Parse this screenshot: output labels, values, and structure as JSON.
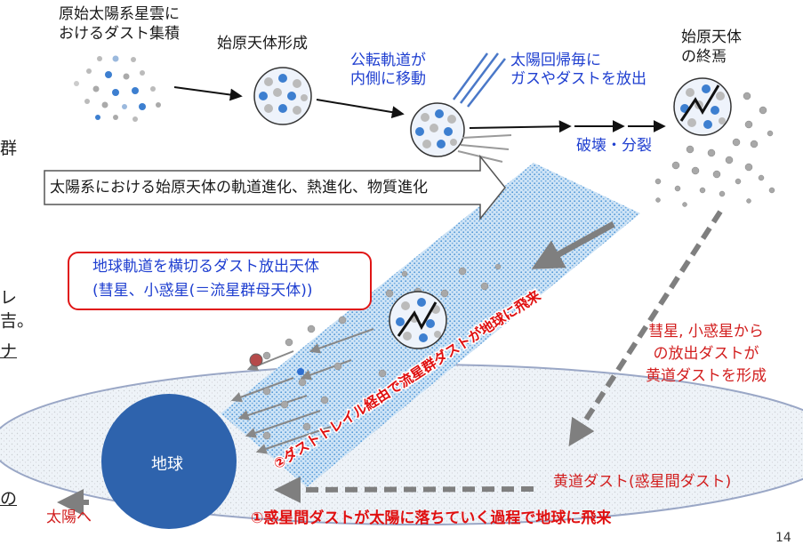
{
  "labels": {
    "nebula": [
      "原始太陽系星雲に",
      "おけるダスト集積"
    ],
    "formation": "始原天体形成",
    "orbit_inward": [
      "公転軌道が",
      "内側に移動"
    ],
    "outgassing": [
      "太陽回帰毎に",
      "ガスやダストを放出"
    ],
    "demise": [
      "始原天体",
      "の終焉"
    ],
    "breakup": "破壊・分裂",
    "evolution_banner": "太陽系における始原天体の軌道進化、熱進化、物質進化",
    "dust_emitters": [
      "地球軌道を横切るダスト放出天体",
      "(彗星、小惑星(＝流星群母天体))"
    ],
    "zodiacal_formation": [
      "彗星, 小惑星から",
      "の放出ダストが",
      "黄道ダストを形成"
    ],
    "meteor_trail": "ダストトレイル経由で流星群ダストが地球に飛来",
    "route2_prefix": "②",
    "route2": "ダストトレイル経由で流星群ダストが地球に飛来",
    "earth": "地球",
    "zodiacal_dust": "黄道ダスト(惑星間ダスト)",
    "route1": "①惑星間ダストが太陽に落ちていく過程で地球に飛来",
    "to_sun": "太陽へ"
  },
  "edge_fragments": [
    "群",
    "レ",
    "吉。",
    "ナ",
    "の"
  ],
  "page_number": "14",
  "colors": {
    "blue_text": "#1f3fd0",
    "red_text": "#d21f1f",
    "earth": "#2e63ad",
    "trail": "#5a9fd6",
    "dust_grey": "#a8a8a8",
    "dust_blue": "#3d7fd0",
    "arrow_grey": "#7f7f7f"
  },
  "icons": [
    "dust-particle-icon",
    "planetesimal-icon",
    "fragmenting-body-icon",
    "arrow-icon",
    "earth-icon"
  ]
}
